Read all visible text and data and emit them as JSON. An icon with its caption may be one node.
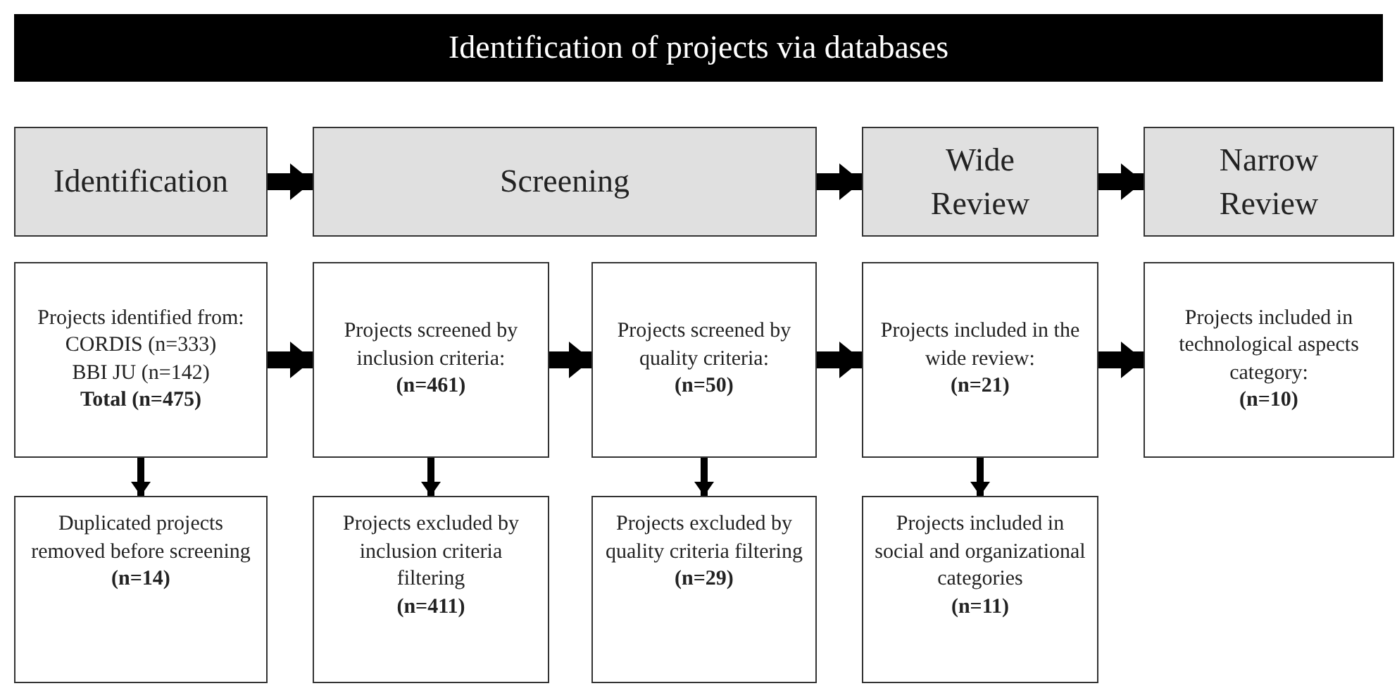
{
  "diagram": {
    "title": "Identification of projects via databases",
    "nodes": [
      {
        "text": [
          "Identification"
        ]
      },
      {
        "text": [
          "Screening"
        ]
      },
      {
        "text": [
          "Wide Review"
        ]
      },
      {
        "text": [
          "Narrow Review"
        ]
      },
      {
        "text": [
          "Projects identified from:",
          "CORDIS (n=333)",
          "BBI JU (n=142)",
          "Total (n=475)"
        ]
      },
      {
        "text": [
          "Projects screened by inclusion criteria:",
          "(n=461)"
        ]
      },
      {
        "text": [
          "Projects screened by quality criteria:",
          "(n=50)"
        ]
      },
      {
        "text": [
          "Projects included in the wide review:",
          "(n=21)"
        ]
      },
      {
        "text": [
          "Projects included in technological aspects category:",
          "(n=10)"
        ]
      },
      {
        "text": [
          "Duplicated projects removed before screening",
          "(n=14)"
        ]
      },
      {
        "text": [
          "Projects excluded by inclusion criteria filtering",
          "(n=411)"
        ]
      },
      {
        "text": [
          "Projects excluded by quality criteria filtering",
          "(n=29)"
        ]
      },
      {
        "text": [
          "Projects included in social and organizational categories",
          "(n=11)"
        ]
      }
    ],
    "edges": [
      {
        "from": 0,
        "to": 1,
        "arrow": "to"
      },
      {
        "from": 1,
        "to": 2,
        "arrow": "to"
      },
      {
        "from": 2,
        "to": 3,
        "arrow": "to"
      },
      {
        "from": 4,
        "to": 5,
        "arrow": "to"
      },
      {
        "from": 5,
        "to": 6,
        "arrow": "to"
      },
      {
        "from": 6,
        "to": 7,
        "arrow": "to"
      },
      {
        "from": 7,
        "to": 8,
        "arrow": "to"
      },
      {
        "from": 4,
        "to": 9,
        "arrow": "to"
      },
      {
        "from": 5,
        "to": 10,
        "arrow": "to"
      },
      {
        "from": 6,
        "to": 11,
        "arrow": "to"
      },
      {
        "from": 7,
        "to": 12,
        "arrow": "to"
      }
    ]
  }
}
